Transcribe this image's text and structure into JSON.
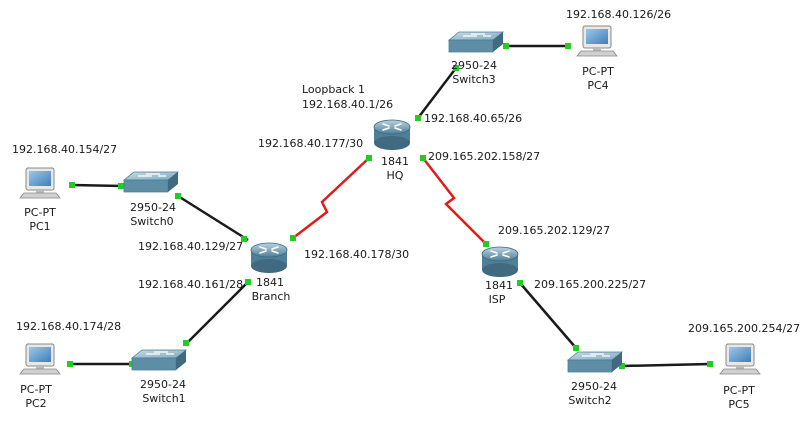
{
  "colors": {
    "ethernet": "#1a1a1a",
    "serial": "#e01b1b",
    "port_up": "#22cc22",
    "router_body": "#5d8fa8",
    "switch_body": "#6f9db4",
    "pc_screen": "#6fa7d6"
  },
  "devices": {
    "hq": {
      "model": "1841",
      "name": "HQ",
      "icon": "router-icon"
    },
    "branch": {
      "model": "1841",
      "name": "Branch",
      "icon": "router-icon"
    },
    "isp": {
      "model": "1841",
      "name": "ISP",
      "icon": "router-icon"
    },
    "switch0": {
      "model": "2950-24",
      "name": "Switch0",
      "icon": "switch-icon"
    },
    "switch1": {
      "model": "2950-24",
      "name": "Switch1",
      "icon": "switch-icon"
    },
    "switch2": {
      "model": "2950-24",
      "name": "Switch2",
      "icon": "switch-icon"
    },
    "switch3": {
      "model": "2950-24",
      "name": "Switch3",
      "icon": "switch-icon"
    },
    "pc1": {
      "model": "PC-PT",
      "name": "PC1",
      "ip": "192.168.40.154/27",
      "icon": "pc-icon"
    },
    "pc2": {
      "model": "PC-PT",
      "name": "PC2",
      "ip": "192.168.40.174/28",
      "icon": "pc-icon"
    },
    "pc4": {
      "model": "PC-PT",
      "name": "PC4",
      "ip": "192.168.40.126/26",
      "icon": "pc-icon"
    },
    "pc5": {
      "model": "PC-PT",
      "name": "PC5",
      "ip": "209.165.200.254/27",
      "icon": "pc-icon"
    }
  },
  "interfaces": {
    "hq_loopback_title": "Loopback 1",
    "hq_loopback_ip": "192.168.40.1/26",
    "hq_lan": "192.168.40.65/26",
    "hq_to_branch": "192.168.40.177/30",
    "hq_to_isp": "209.165.202.158/27",
    "branch_lan0": "192.168.40.129/27",
    "branch_lan1": "192.168.40.161/28",
    "branch_to_hq": "192.168.40.178/30",
    "isp_to_hq": "209.165.202.129/27",
    "isp_lan": "209.165.200.225/27"
  }
}
